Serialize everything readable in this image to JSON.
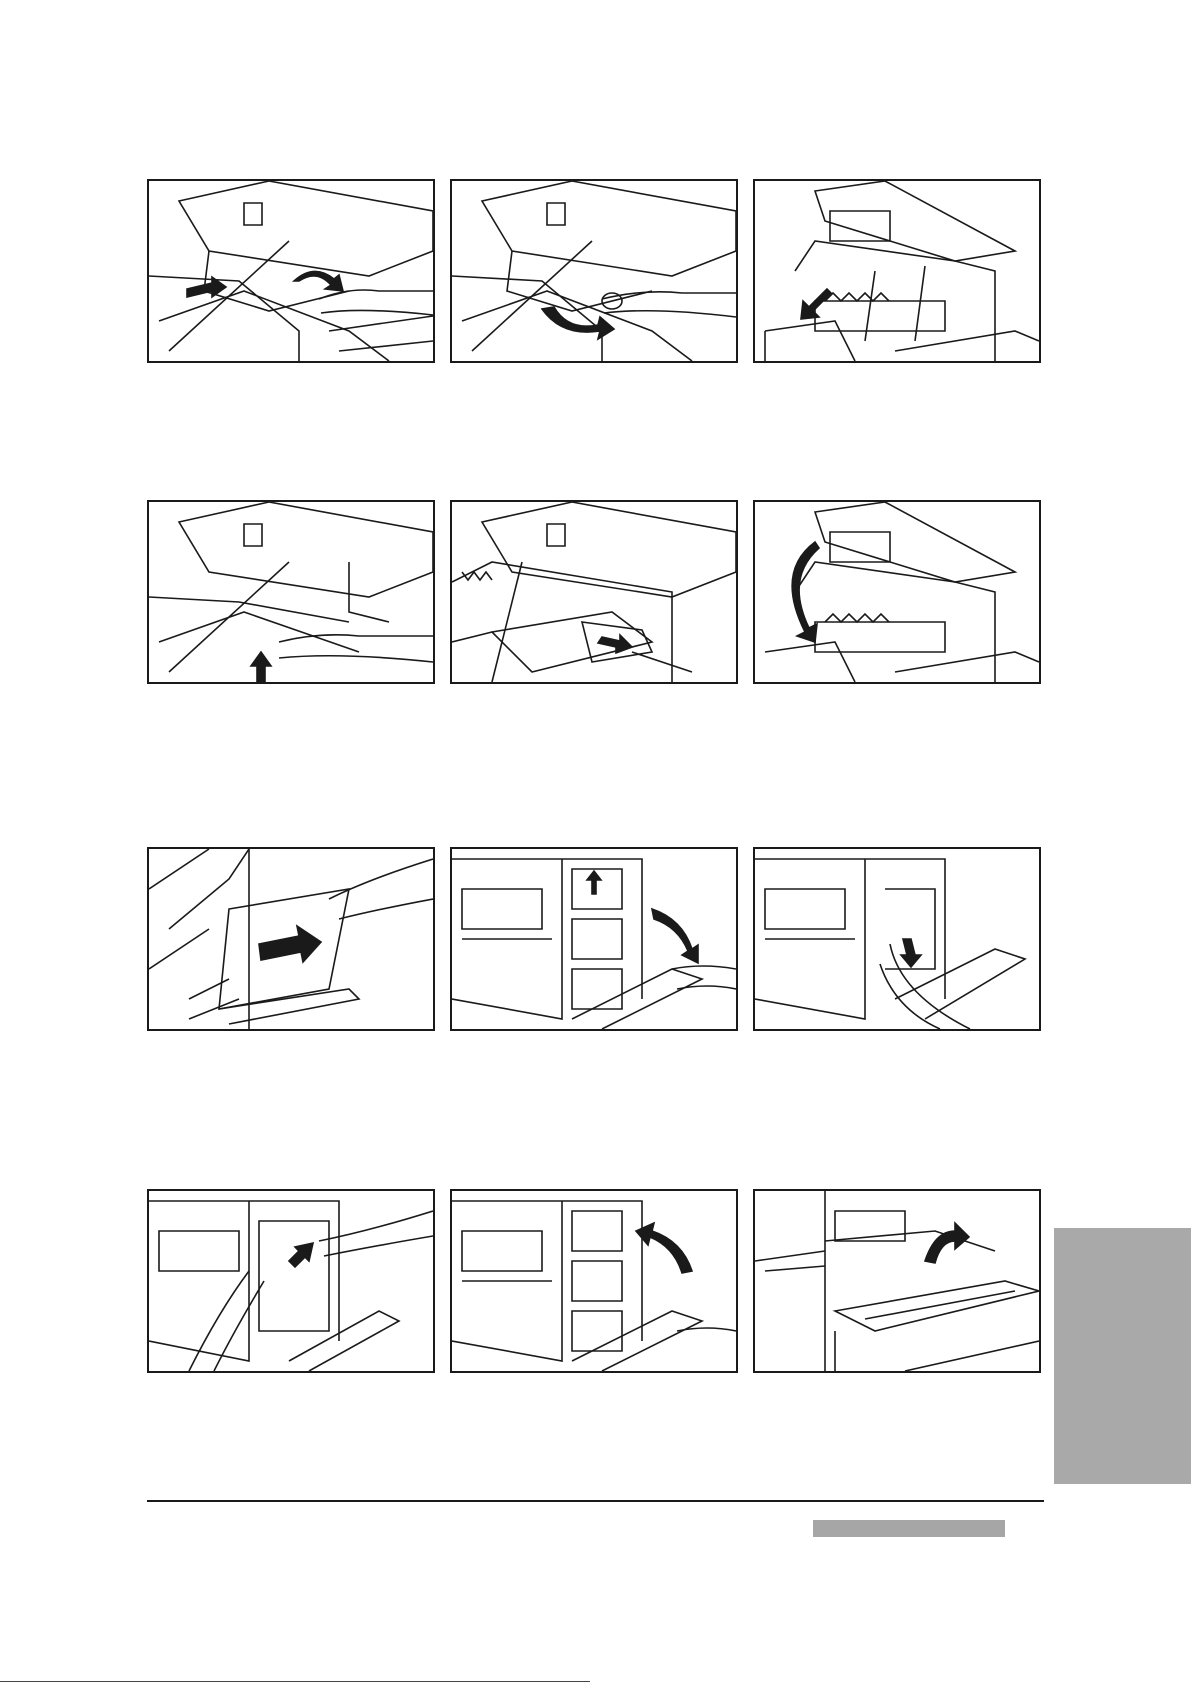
{
  "page": {
    "background": "#ffffff",
    "accent_gray": "#a9a9a9",
    "line_color": "#1a1a1a"
  },
  "figures": [
    {
      "id": "row1-col1",
      "icon": "open-unit-release-lever-illustration"
    },
    {
      "id": "row1-col2",
      "icon": "rotate-knob-illustration"
    },
    {
      "id": "row1-col3",
      "icon": "fuser-cover-down-illustration"
    },
    {
      "id": "row2-col1",
      "icon": "push-lever-up-illustration"
    },
    {
      "id": "row2-col2",
      "icon": "remove-jammed-paper-illustration"
    },
    {
      "id": "row2-col3",
      "icon": "close-unit-illustration"
    },
    {
      "id": "row3-col1",
      "icon": "bypass-tray-paper-illustration"
    },
    {
      "id": "row3-col2",
      "icon": "open-side-door-illustration"
    },
    {
      "id": "row3-col3",
      "icon": "press-inner-lever-illustration"
    },
    {
      "id": "row4-col1",
      "icon": "pull-paper-from-side-illustration"
    },
    {
      "id": "row4-col2",
      "icon": "close-side-door-illustration"
    },
    {
      "id": "row4-col3",
      "icon": "raise-guide-illustration"
    }
  ]
}
